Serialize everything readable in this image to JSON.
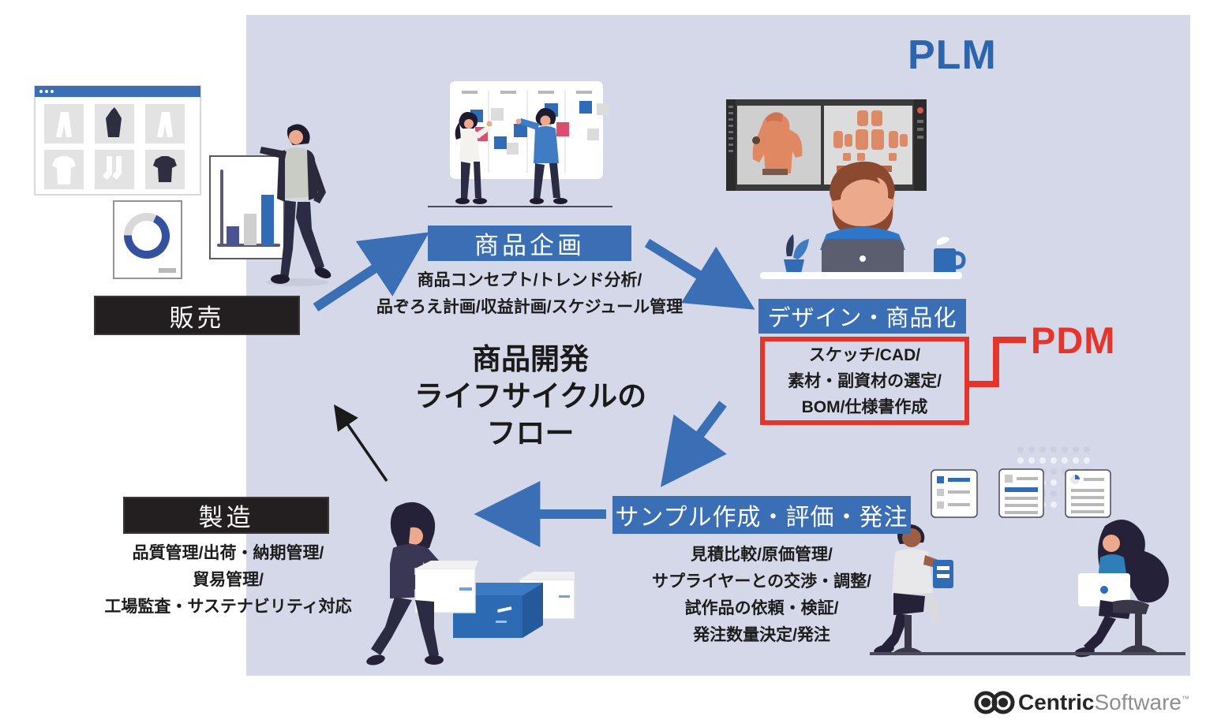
{
  "colors": {
    "panel": "#d4d8e8",
    "accent_blue": "#3b6fb5",
    "plm_blue": "#2d64ae",
    "pdm_red": "#e5352b",
    "black_box": "#231f20",
    "text_black": "#1c1c1c"
  },
  "plm_label": "PLM",
  "pdm_label": "PDM",
  "center_title": {
    "line1": "商品開発",
    "line2": "ライフサイクルの",
    "line3": "フロー"
  },
  "stages": {
    "hanbai": {
      "label": "販売"
    },
    "kikaku": {
      "label": "商品企画",
      "details": [
        "商品コンセプト/トレンド分析/",
        "品ぞろえ計画/収益計画/スケジュール管理"
      ]
    },
    "design": {
      "label": "デザイン・商品化",
      "pdm_box": [
        "スケッチ/CAD/",
        "素材・副資材の選定/",
        "BOM/仕様書作成"
      ]
    },
    "sample": {
      "label": "サンプル作成・評価・発注",
      "details": [
        "見積比較/原価管理/",
        "サプライヤーとの交渉・調整/",
        "試作品の依頼・検証/",
        "発注数量決定/発注"
      ]
    },
    "seizo": {
      "label": "製造",
      "details": [
        "品質管理/出荷・納期管理/",
        "貿易管理/",
        "工場監査・サステナビリティ対応"
      ]
    }
  },
  "logo": {
    "brand_bold": "Centric",
    "brand_light": "Software",
    "tm": "™"
  }
}
